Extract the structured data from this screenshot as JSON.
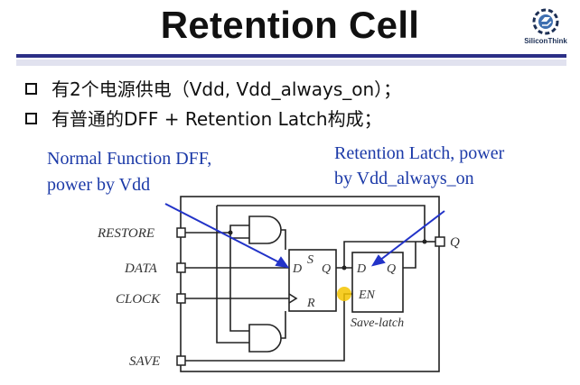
{
  "title": "Retention Cell",
  "logo": {
    "text": "SiliconThink",
    "icon": "gear-logo-icon"
  },
  "bullets": [
    "有2个电源供电（Vdd, Vdd_always_on）；",
    "有普通的DFF + Retention Latch构成；"
  ],
  "annotations": {
    "dff_line1": "Normal Function DFF,",
    "dff_line2": "power by Vdd",
    "latch_line1": "Retention Latch, power",
    "latch_line2": "by Vdd_always_on"
  },
  "circuit": {
    "inputs": {
      "restore": "RESTORE",
      "data": "DATA",
      "clock": "CLOCK",
      "save": "SAVE"
    },
    "output": "Q",
    "dff_pins": {
      "s": "S",
      "d": "D",
      "q": "Q",
      "r": "R"
    },
    "latch_pins": {
      "d": "D",
      "q": "Q",
      "en": "EN"
    },
    "latch_label": "Save-latch"
  },
  "colors": {
    "annotation": "#1c3aa8",
    "rule": "#2b2f86",
    "cursor": "#f5c400"
  }
}
